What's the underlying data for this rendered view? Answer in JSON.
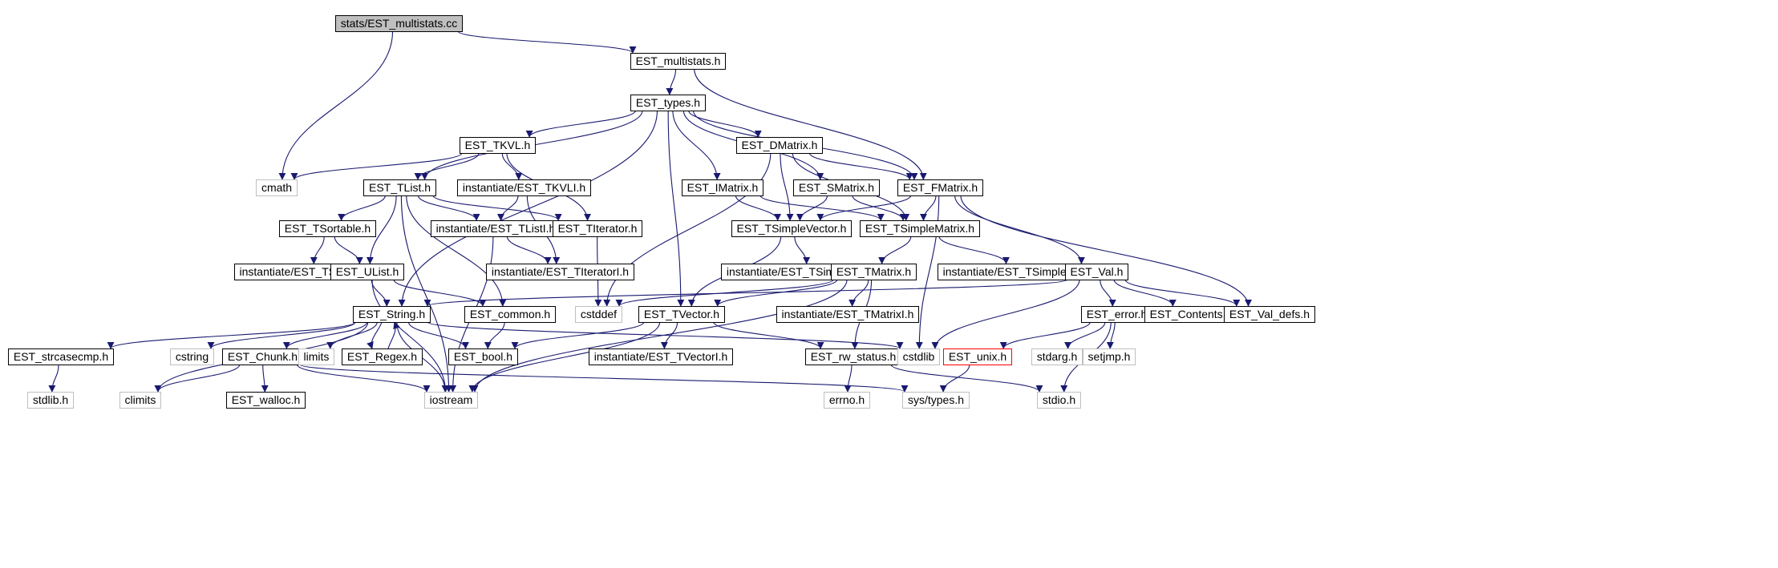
{
  "colors": {
    "edge": "#191970",
    "root_fill": "#bfbfbf",
    "node_border": "#000000",
    "system_border": "#bfbfbf",
    "missing_border": "#ff0000",
    "background": "#ffffff"
  },
  "nodes": [
    {
      "id": "root",
      "label": "stats/EST_multistats.cc",
      "kind": "root"
    },
    {
      "id": "multistats",
      "label": "EST_multistats.h",
      "kind": "file"
    },
    {
      "id": "types",
      "label": "EST_types.h",
      "kind": "file"
    },
    {
      "id": "tkvl",
      "label": "EST_TKVL.h",
      "kind": "file"
    },
    {
      "id": "dmatrix",
      "label": "EST_DMatrix.h",
      "kind": "file"
    },
    {
      "id": "cmath",
      "label": "cmath",
      "kind": "system"
    },
    {
      "id": "tlist",
      "label": "EST_TList.h",
      "kind": "file"
    },
    {
      "id": "tkvli",
      "label": "instantiate/EST_TKVLI.h",
      "kind": "file"
    },
    {
      "id": "imatrix",
      "label": "EST_IMatrix.h",
      "kind": "file"
    },
    {
      "id": "smatrix",
      "label": "EST_SMatrix.h",
      "kind": "file"
    },
    {
      "id": "fmatrix",
      "label": "EST_FMatrix.h",
      "kind": "file"
    },
    {
      "id": "tsortable",
      "label": "EST_TSortable.h",
      "kind": "file"
    },
    {
      "id": "tlisti",
      "label": "instantiate/EST_TListI.h",
      "kind": "file"
    },
    {
      "id": "titerator",
      "label": "EST_TIterator.h",
      "kind": "file"
    },
    {
      "id": "tsimplevector",
      "label": "EST_TSimpleVector.h",
      "kind": "file"
    },
    {
      "id": "tsimplematrix",
      "label": "EST_TSimpleMatrix.h",
      "kind": "file"
    },
    {
      "id": "tsortablei",
      "label": "instantiate/EST_TSortableI.h",
      "kind": "file"
    },
    {
      "id": "ulist",
      "label": "EST_UList.h",
      "kind": "file"
    },
    {
      "id": "titeratori",
      "label": "instantiate/EST_TIteratorI.h",
      "kind": "file"
    },
    {
      "id": "tsimplevectori",
      "label": "instantiate/EST_TSimpleVectorI.h",
      "kind": "file"
    },
    {
      "id": "tmatrix",
      "label": "EST_TMatrix.h",
      "kind": "file"
    },
    {
      "id": "tsimplematrixi",
      "label": "instantiate/EST_TSimpleMatrixI.h",
      "kind": "file"
    },
    {
      "id": "val",
      "label": "EST_Val.h",
      "kind": "file"
    },
    {
      "id": "string",
      "label": "EST_String.h",
      "kind": "file"
    },
    {
      "id": "common",
      "label": "EST_common.h",
      "kind": "file"
    },
    {
      "id": "cstddef",
      "label": "cstddef",
      "kind": "system"
    },
    {
      "id": "tvector",
      "label": "EST_TVector.h",
      "kind": "file"
    },
    {
      "id": "tmatrixi",
      "label": "instantiate/EST_TMatrixI.h",
      "kind": "file"
    },
    {
      "id": "error",
      "label": "EST_error.h",
      "kind": "file"
    },
    {
      "id": "contents",
      "label": "EST_Contents.h",
      "kind": "file"
    },
    {
      "id": "valdefs",
      "label": "EST_Val_defs.h",
      "kind": "file"
    },
    {
      "id": "strcasecmp",
      "label": "EST_strcasecmp.h",
      "kind": "file"
    },
    {
      "id": "cstring",
      "label": "cstring",
      "kind": "system"
    },
    {
      "id": "chunk",
      "label": "EST_Chunk.h",
      "kind": "file"
    },
    {
      "id": "limits",
      "label": "limits",
      "kind": "system"
    },
    {
      "id": "regex",
      "label": "EST_Regex.h",
      "kind": "file"
    },
    {
      "id": "bool",
      "label": "EST_bool.h",
      "kind": "file"
    },
    {
      "id": "tvectori",
      "label": "instantiate/EST_TVectorI.h",
      "kind": "file"
    },
    {
      "id": "rwstatus",
      "label": "EST_rw_status.h",
      "kind": "file"
    },
    {
      "id": "cstdlib",
      "label": "cstdlib",
      "kind": "system"
    },
    {
      "id": "unix",
      "label": "EST_unix.h",
      "kind": "missing"
    },
    {
      "id": "stdarg",
      "label": "stdarg.h",
      "kind": "system"
    },
    {
      "id": "setjmp",
      "label": "setjmp.h",
      "kind": "system"
    },
    {
      "id": "stdlibh",
      "label": "stdlib.h",
      "kind": "system"
    },
    {
      "id": "climits",
      "label": "climits",
      "kind": "system"
    },
    {
      "id": "walloc",
      "label": "EST_walloc.h",
      "kind": "file"
    },
    {
      "id": "iostream",
      "label": "iostream",
      "kind": "system"
    },
    {
      "id": "systypes",
      "label": "sys/types.h",
      "kind": "system"
    },
    {
      "id": "errno",
      "label": "errno.h",
      "kind": "system"
    },
    {
      "id": "stdio",
      "label": "stdio.h",
      "kind": "system"
    }
  ],
  "edges": [
    [
      "root",
      "multistats"
    ],
    [
      "root",
      "cmath"
    ],
    [
      "multistats",
      "types"
    ],
    [
      "multistats",
      "fmatrix"
    ],
    [
      "types",
      "tkvl"
    ],
    [
      "types",
      "dmatrix"
    ],
    [
      "types",
      "tlist"
    ],
    [
      "types",
      "imatrix"
    ],
    [
      "types",
      "smatrix"
    ],
    [
      "types",
      "fmatrix"
    ],
    [
      "types",
      "string"
    ],
    [
      "types",
      "tvector"
    ],
    [
      "tkvl",
      "cmath"
    ],
    [
      "tkvl",
      "tlist"
    ],
    [
      "tkvl",
      "tkvli"
    ],
    [
      "tkvl",
      "titerator"
    ],
    [
      "dmatrix",
      "cstddef"
    ],
    [
      "dmatrix",
      "tsimplevector"
    ],
    [
      "dmatrix",
      "tsimplematrix"
    ],
    [
      "dmatrix",
      "fmatrix"
    ],
    [
      "tlist",
      "tsortable"
    ],
    [
      "tlist",
      "tlisti"
    ],
    [
      "tlist",
      "titerator"
    ],
    [
      "tlist",
      "ulist"
    ],
    [
      "tlist",
      "common"
    ],
    [
      "tlist",
      "iostream"
    ],
    [
      "tkvli",
      "tlisti"
    ],
    [
      "tkvli",
      "titeratori"
    ],
    [
      "imatrix",
      "tsimplevector"
    ],
    [
      "imatrix",
      "tsimplematrix"
    ],
    [
      "smatrix",
      "tsimplevector"
    ],
    [
      "smatrix",
      "tsimplematrix"
    ],
    [
      "fmatrix",
      "tsimplevector"
    ],
    [
      "fmatrix",
      "tsimplematrix"
    ],
    [
      "fmatrix",
      "val"
    ],
    [
      "fmatrix",
      "valdefs"
    ],
    [
      "fmatrix",
      "cstdlib"
    ],
    [
      "tsortable",
      "tsortablei"
    ],
    [
      "tsortable",
      "ulist"
    ],
    [
      "tlisti",
      "titeratori"
    ],
    [
      "tlisti",
      "iostream"
    ],
    [
      "titerator",
      "cstddef"
    ],
    [
      "tsimplevector",
      "tsimplevectori"
    ],
    [
      "tsimplevector",
      "tvector"
    ],
    [
      "tsimplematrix",
      "tsimplematrixi"
    ],
    [
      "tsimplematrix",
      "tmatrix"
    ],
    [
      "ulist",
      "string"
    ],
    [
      "ulist",
      "common"
    ],
    [
      "ulist",
      "iostream"
    ],
    [
      "tmatrix",
      "cstddef"
    ],
    [
      "tmatrix",
      "tvector"
    ],
    [
      "tmatrix",
      "tmatrixi"
    ],
    [
      "tmatrix",
      "rwstatus"
    ],
    [
      "tmatrix",
      "iostream"
    ],
    [
      "val",
      "string"
    ],
    [
      "val",
      "error"
    ],
    [
      "val",
      "contents"
    ],
    [
      "val",
      "valdefs"
    ],
    [
      "val",
      "cstdlib"
    ],
    [
      "string",
      "strcasecmp"
    ],
    [
      "string",
      "cstring"
    ],
    [
      "string",
      "chunk"
    ],
    [
      "string",
      "limits"
    ],
    [
      "string",
      "regex"
    ],
    [
      "string",
      "bool"
    ],
    [
      "string",
      "cstdlib"
    ],
    [
      "string",
      "climits"
    ],
    [
      "string",
      "iostream"
    ],
    [
      "regex",
      "string"
    ],
    [
      "common",
      "bool"
    ],
    [
      "tvector",
      "bool"
    ],
    [
      "tvector",
      "tvectori"
    ],
    [
      "tvector",
      "rwstatus"
    ],
    [
      "tvector",
      "iostream"
    ],
    [
      "error",
      "unix"
    ],
    [
      "error",
      "stdarg"
    ],
    [
      "error",
      "setjmp"
    ],
    [
      "error",
      "stdio"
    ],
    [
      "strcasecmp",
      "stdlibh"
    ],
    [
      "chunk",
      "climits"
    ],
    [
      "chunk",
      "walloc"
    ],
    [
      "chunk",
      "iostream"
    ],
    [
      "chunk",
      "systypes"
    ],
    [
      "rwstatus",
      "errno"
    ],
    [
      "rwstatus",
      "stdio"
    ],
    [
      "unix",
      "systypes"
    ]
  ]
}
